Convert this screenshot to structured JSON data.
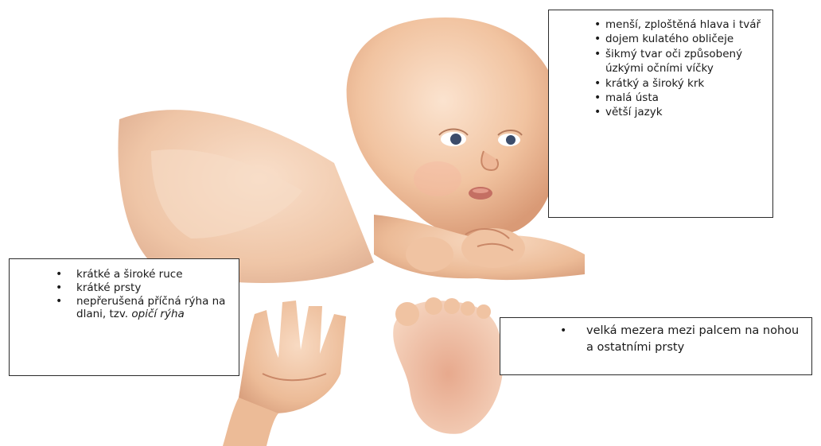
{
  "face_features": {
    "items": [
      "menší, zploštěná hlava i tvář",
      "dojem kulatého obličeje",
      "šikmý tvar oči způsobený úzkými očními víčky",
      "krátký a široký krk",
      "malá ústa",
      "větší jazyk"
    ]
  },
  "hand_features": {
    "items": [
      "krátké a široké ruce",
      "krátké prsty"
    ],
    "item3_text": "nepřerušená příčná rýha na dlani, tzv. ",
    "item3_italic": "opičí rýha"
  },
  "foot_features": {
    "items": [
      "velká mezera mezi palcem na nohou a ostatními prsty"
    ]
  },
  "colors": {
    "skin": "#f2c8a6",
    "skin_shadow": "#dca07e",
    "background": "#ffffff",
    "border": "#2a2a2a"
  }
}
